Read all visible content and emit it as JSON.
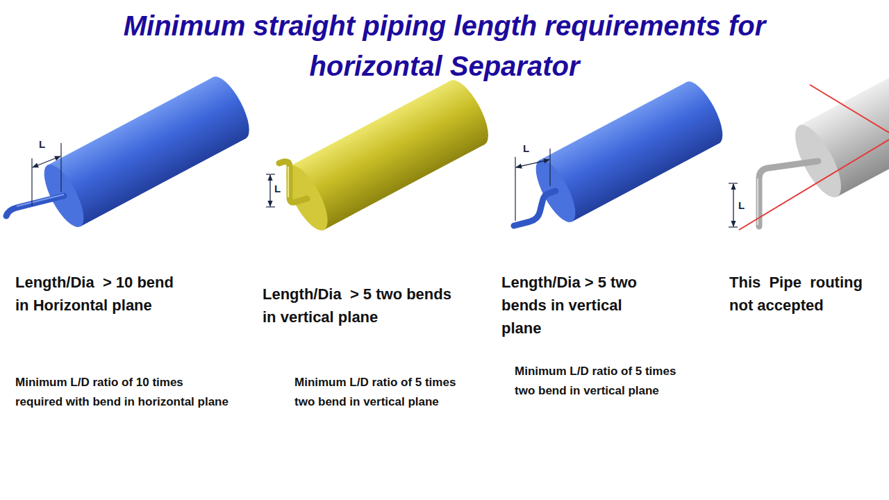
{
  "diagram": {
    "title": "Minimum straight piping length requirements for horizontal Separator",
    "labels": [
      "L",
      "L",
      "L",
      "L",
      "Length/Dia  > 10 bend in Horizontal plane",
      "Length/Dia  > 5 two bends in vertical plane",
      "Length/Dia > 5 two bends in vertical plane",
      "This  Pipe  routing not accepted",
      "Minimum L/D ratio of 10 times required with bend in horizontal plane",
      "Minimum L/D ratio of 5 times two bend in vertical plane",
      "Minimum L/D ratio of 5 times two bend in vertical plane"
    ]
  }
}
